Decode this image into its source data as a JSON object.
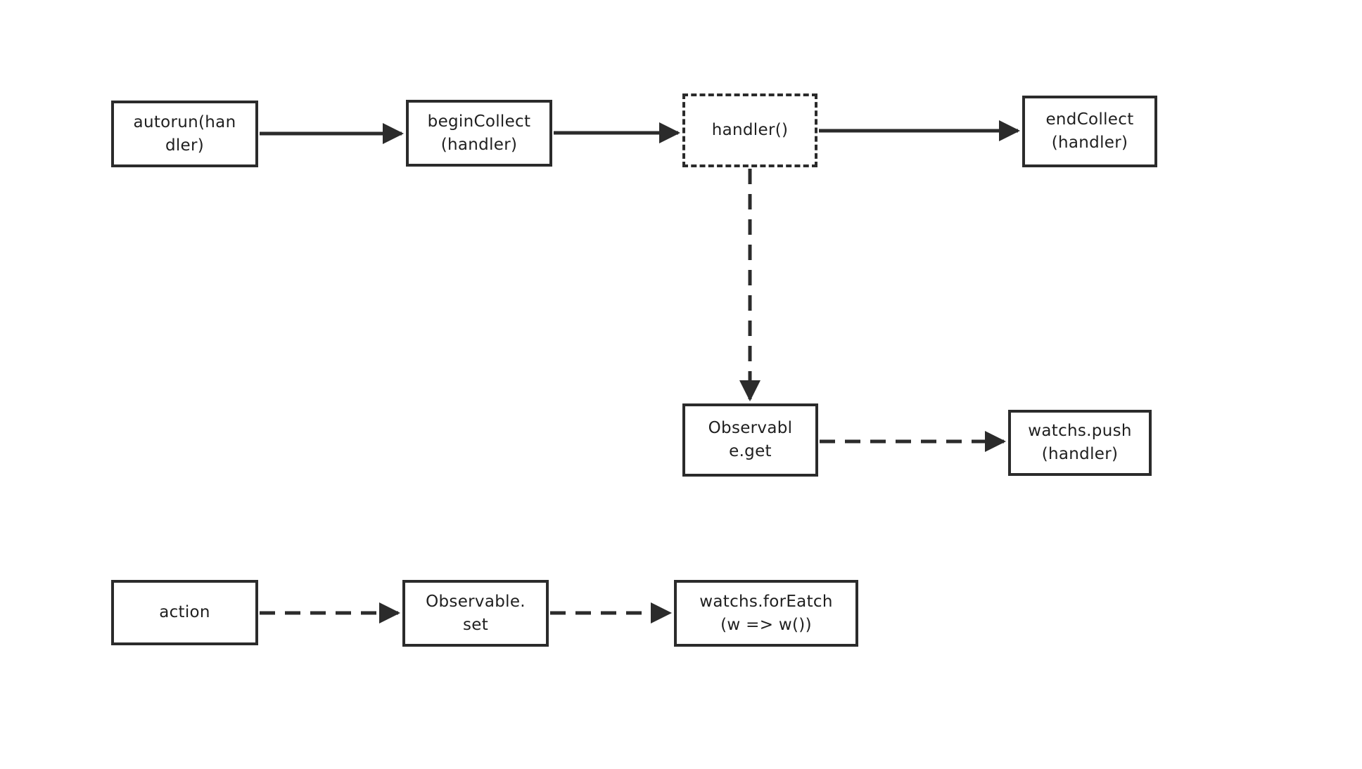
{
  "canvas": {
    "background_color": "#ffffff",
    "stroke_color": "#2b2b2b",
    "text_color": "#1f1f1f"
  },
  "diagram": {
    "description": "Flowchart of autorun/observable reactive data flow",
    "nodes": [
      {
        "id": "autorun",
        "label": "autorun(handler)",
        "lines": [
          "autorun(han",
          "dler)"
        ],
        "border": "solid"
      },
      {
        "id": "begin-collect",
        "label": "beginCollect(handler)",
        "lines": [
          "beginCollect",
          "(handler)"
        ],
        "border": "solid"
      },
      {
        "id": "handler",
        "label": "handler()",
        "lines": [
          "handler()"
        ],
        "border": "dashed"
      },
      {
        "id": "end-collect",
        "label": "endCollect(handler)",
        "lines": [
          "endCollect",
          "(handler)"
        ],
        "border": "solid"
      },
      {
        "id": "observable-get",
        "label": "Observable.get",
        "lines": [
          "Observabl",
          "e.get"
        ],
        "border": "solid"
      },
      {
        "id": "watchs-push",
        "label": "watchs.push(handler)",
        "lines": [
          "watchs.push",
          "(handler)"
        ],
        "border": "solid"
      },
      {
        "id": "action",
        "label": "action",
        "lines": [
          "action"
        ],
        "border": "solid"
      },
      {
        "id": "observable-set",
        "label": "Observable.set",
        "lines": [
          "Observable.",
          "set"
        ],
        "border": "solid"
      },
      {
        "id": "watchs-foreatch",
        "label": "watchs.forEatch(w => w())",
        "lines": [
          "watchs.forEatch",
          "(w => w())"
        ],
        "border": "solid"
      }
    ],
    "edges": [
      {
        "from": "autorun",
        "to": "begin-collect",
        "style": "solid",
        "direction": "right"
      },
      {
        "from": "begin-collect",
        "to": "handler",
        "style": "solid",
        "direction": "right"
      },
      {
        "from": "handler",
        "to": "end-collect",
        "style": "solid",
        "direction": "right"
      },
      {
        "from": "handler",
        "to": "observable-get",
        "style": "dashed",
        "direction": "down"
      },
      {
        "from": "observable-get",
        "to": "watchs-push",
        "style": "dashed",
        "direction": "right"
      },
      {
        "from": "action",
        "to": "observable-set",
        "style": "dashed",
        "direction": "right"
      },
      {
        "from": "observable-set",
        "to": "watchs-foreatch",
        "style": "dashed",
        "direction": "right"
      }
    ]
  }
}
